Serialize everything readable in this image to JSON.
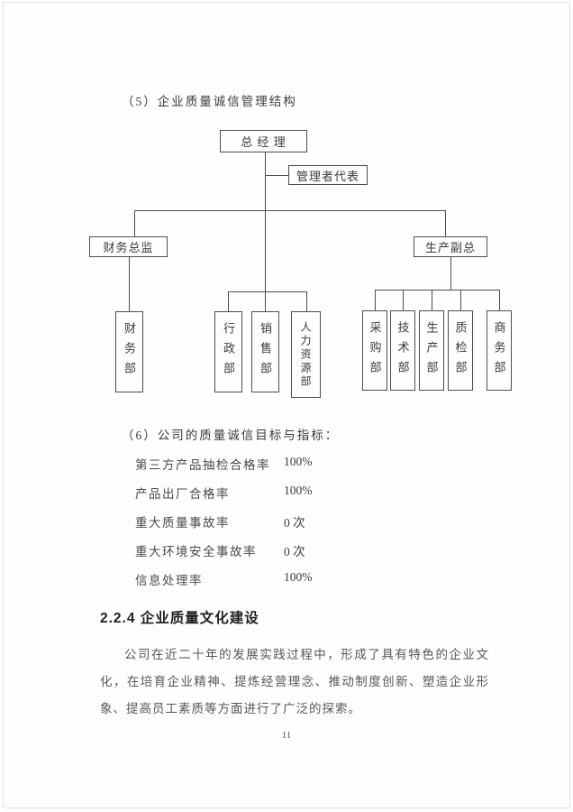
{
  "document": {
    "section5": {
      "heading": "（5）企业质量诚信管理结构"
    },
    "org_chart": {
      "general_manager": "总 经 理",
      "management_rep": "管理者代表",
      "finance_director": "财务总监",
      "production_vp": "生产副总",
      "finance_dept": "财务部",
      "middle_depts": [
        "行政部",
        "销售部",
        "人力资源部"
      ],
      "production_depts": [
        "采购部",
        "技术部",
        "生产部",
        "质检部",
        "商务部"
      ]
    },
    "section6": {
      "heading": "（6）公司的质量诚信目标与指标：",
      "indicators": [
        {
          "label": "第三方产品抽检合格率",
          "value": "100%"
        },
        {
          "label": "产品出厂合格率",
          "value": "100%"
        },
        {
          "label": "重大质量事故率",
          "value": "0 次"
        },
        {
          "label": "重大环境安全事故率",
          "value": "0 次"
        },
        {
          "label": "信息处理率",
          "value": "100%"
        }
      ]
    },
    "section224": {
      "heading": "2.2.4 企业质量文化建设",
      "paragraph": "公司在近二十年的发展实践过程中，形成了具有特色的企业文化，在培育企业精神、提炼经营理念、推动制度创新、塑造企业形象、提高员工素质等方面进行了广泛的探索。"
    },
    "page_number": "11"
  }
}
